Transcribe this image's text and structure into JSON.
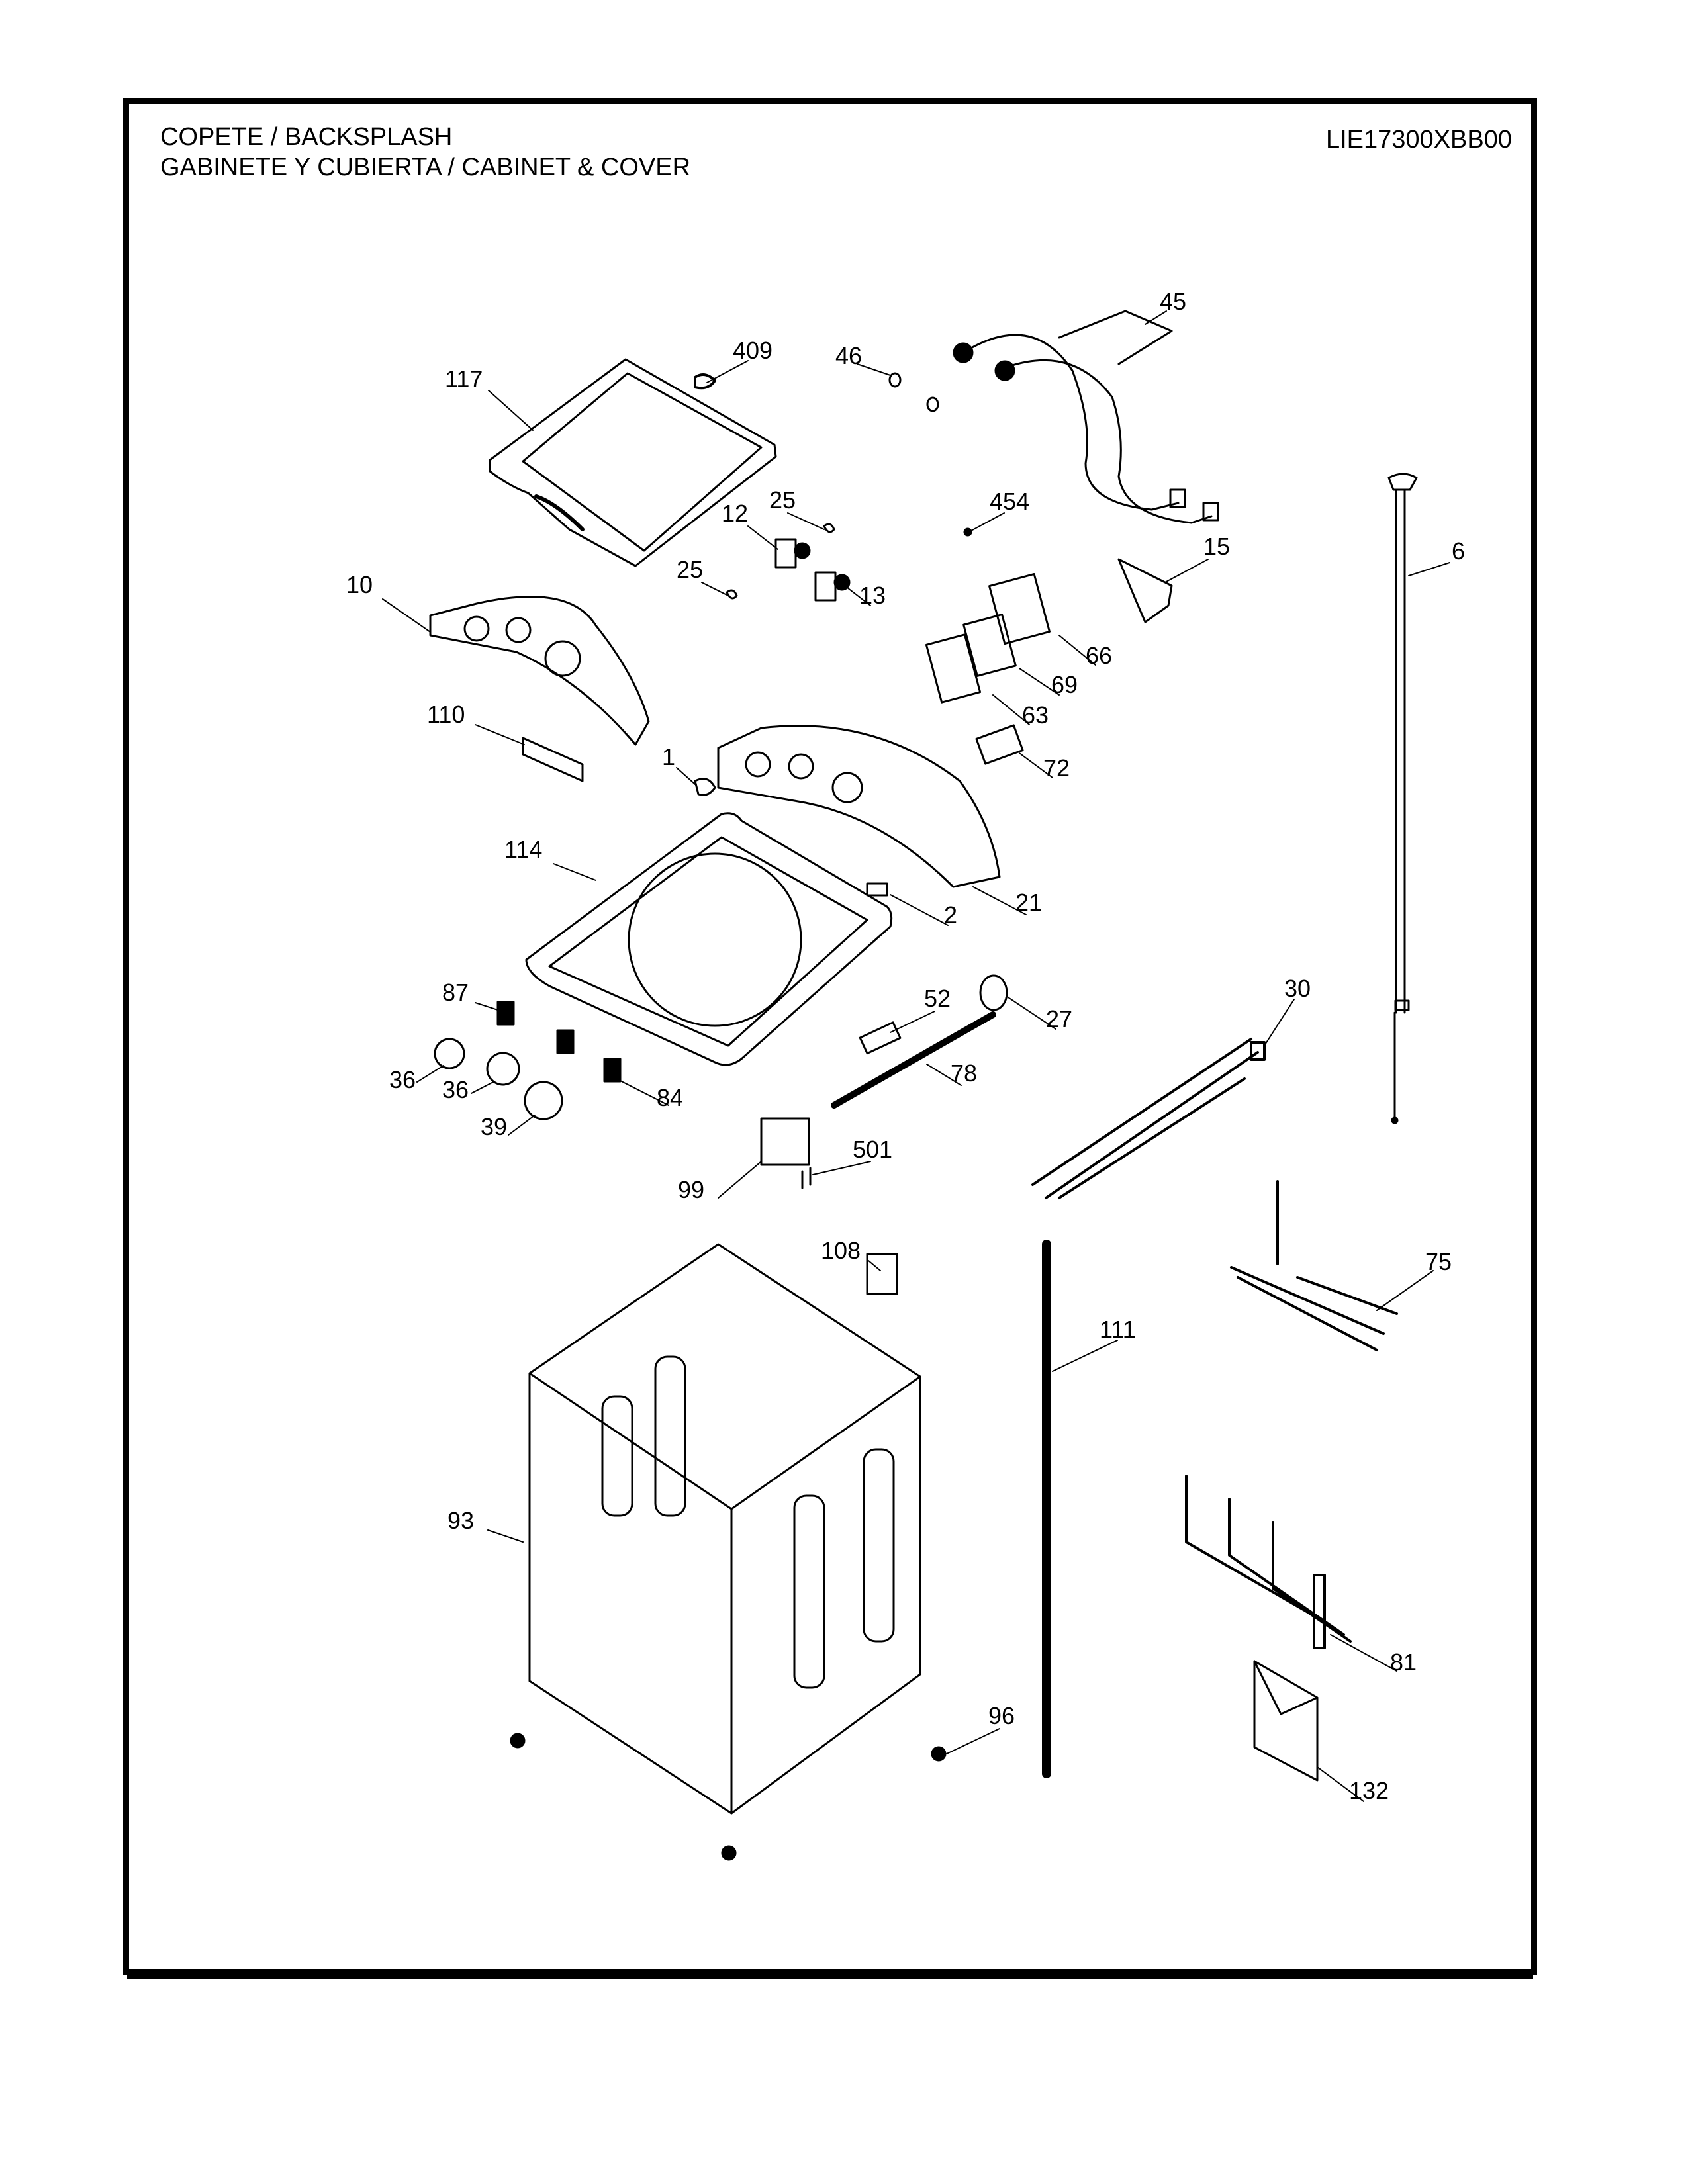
{
  "header": {
    "title_line1": "COPETE / BACKSPLASH",
    "title_line2": "GABINETE Y CUBIERTA / CABINET & COVER",
    "model_number": "LIE17300XBB00"
  },
  "callouts": [
    {
      "id": "409",
      "part": "lid-handle"
    },
    {
      "id": "46",
      "part": "hose-washer"
    },
    {
      "id": "45",
      "part": "inlet-hoses"
    },
    {
      "id": "117",
      "part": "lid"
    },
    {
      "id": "454",
      "part": "screw"
    },
    {
      "id": "12",
      "part": "water-valve-hot"
    },
    {
      "id": "25",
      "part": "valve-clip"
    },
    {
      "id": "25",
      "part": "valve-clip"
    },
    {
      "id": "13",
      "part": "water-valve-cold"
    },
    {
      "id": "15",
      "part": "hose-bracket"
    },
    {
      "id": "6",
      "part": "suspension-rod"
    },
    {
      "id": "10",
      "part": "control-panel-overlay"
    },
    {
      "id": "66",
      "part": "control-bracket"
    },
    {
      "id": "69",
      "part": "control-board"
    },
    {
      "id": "63",
      "part": "control-housing"
    },
    {
      "id": "110",
      "part": "panel-trim"
    },
    {
      "id": "1",
      "part": "lid-bumper"
    },
    {
      "id": "72",
      "part": "button-board"
    },
    {
      "id": "114",
      "part": "top-cover"
    },
    {
      "id": "21",
      "part": "backsplash"
    },
    {
      "id": "2",
      "part": "lid-switch-cover"
    },
    {
      "id": "87",
      "part": "selector-switch"
    },
    {
      "id": "30",
      "part": "wire-harness-main"
    },
    {
      "id": "52",
      "part": "lid-switch"
    },
    {
      "id": "27",
      "part": "pressure-switch"
    },
    {
      "id": "36",
      "part": "knob-small"
    },
    {
      "id": "36",
      "part": "knob-small"
    },
    {
      "id": "84",
      "part": "selector-switch-2"
    },
    {
      "id": "78",
      "part": "pressure-hose"
    },
    {
      "id": "39",
      "part": "knob-large"
    },
    {
      "id": "501",
      "part": "screws"
    },
    {
      "id": "99",
      "part": "terminal-block"
    },
    {
      "id": "108",
      "part": "cord-clamp"
    },
    {
      "id": "75",
      "part": "wire-harness-2"
    },
    {
      "id": "111",
      "part": "drain-hose"
    },
    {
      "id": "93",
      "part": "cabinet"
    },
    {
      "id": "81",
      "part": "wire-harness-3"
    },
    {
      "id": "96",
      "part": "leveling-leg"
    },
    {
      "id": "132",
      "part": "literature-envelope"
    }
  ]
}
